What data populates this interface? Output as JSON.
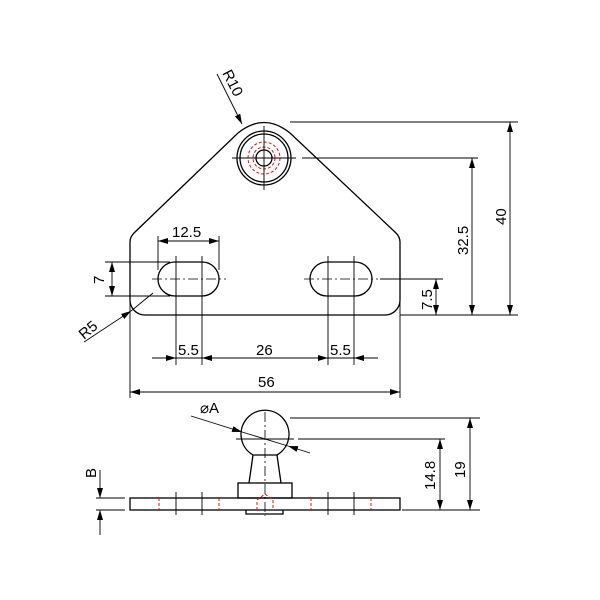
{
  "top_view": {
    "dims": {
      "radius_top": "R10",
      "radius_corner": "R5",
      "slot_length": "12.5",
      "slot_width": "7",
      "slot_pitch_left": "5.5",
      "slot_spacing": "26",
      "slot_pitch_right": "5.5",
      "overall_width": "56",
      "overall_height": "40",
      "hole_height": "32.5",
      "slot_height": "7.5"
    }
  },
  "side_view": {
    "dims": {
      "ball_diameter": "⌀A",
      "plate_thickness": "B",
      "ball_center_height": "14.8",
      "total_height": "19"
    }
  },
  "colors": {
    "line": "#000000",
    "hidden": "#e01010"
  }
}
